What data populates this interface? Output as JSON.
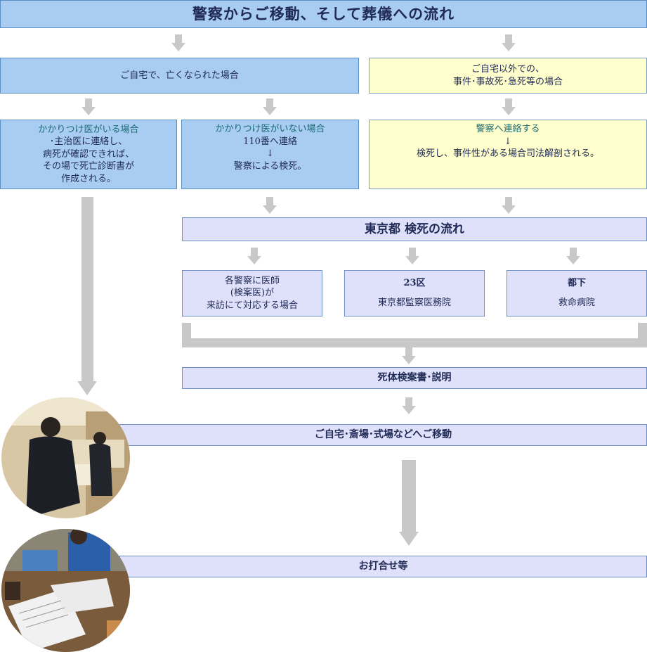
{
  "title": "警察からご移動、そして葬儀への流れ",
  "home_case": "ご自宅で、亡くなられた場合",
  "outside_case": {
    "line1": "ご自宅以外での、",
    "line2": "事件･事故死･急死等の場合"
  },
  "with_doctor": {
    "heading": "かかりつけ医がいる場合",
    "line1": "･主治医に連絡し、",
    "line2": "病死が確認できれば、",
    "line3": "その場で死亡診断書が",
    "line4": "作成される。"
  },
  "without_doctor": {
    "heading": "かかりつけ医がいない場合",
    "line1": "110番へ連絡",
    "arrow": "↓",
    "line2": "警察による検死。"
  },
  "police_contact": {
    "heading": "警察へ連絡する",
    "arrow": "↓",
    "line1": "検死し、事件性がある場合司法解剖される。"
  },
  "tokyo_flow": "東京都 検死の流れ",
  "branch_police": {
    "line1": "各警察に医師",
    "line2": "(検案医)が",
    "line3": "来訪にて対応する場合"
  },
  "branch_23ku": {
    "heading": "23区",
    "body": "東京都監察医務院"
  },
  "branch_tokashita": {
    "heading": "都下",
    "body": "救命病院"
  },
  "autopsy_report": "死体検案書･説明",
  "transfer": "ご自宅･斎場･式場などへご移動",
  "meeting": "お打合せ等"
}
